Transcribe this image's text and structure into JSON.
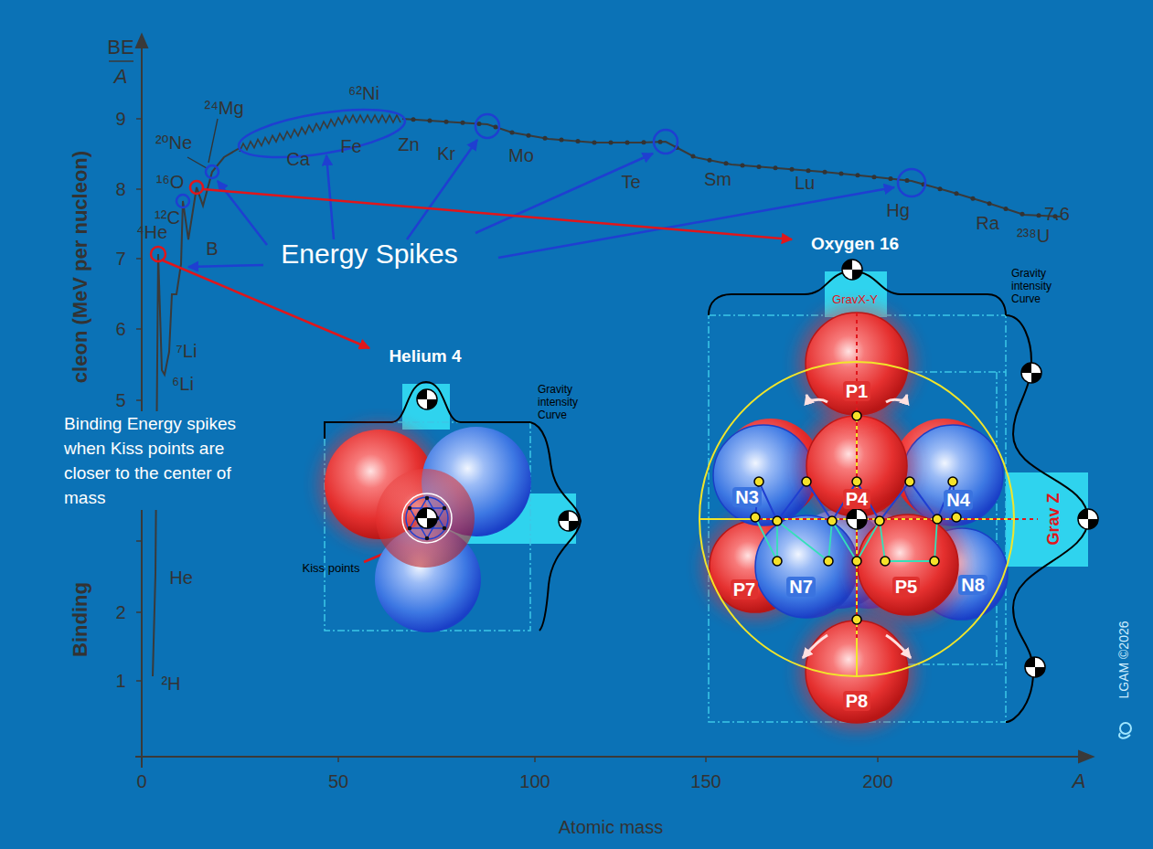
{
  "diagram": {
    "nodes": [
      {
        "text": [
          "P1"
        ]
      },
      {
        "text": [
          "N3"
        ]
      },
      {
        "text": [
          "P4"
        ]
      },
      {
        "text": [
          "N4"
        ]
      },
      {
        "text": [
          "P7"
        ]
      },
      {
        "text": [
          "N7"
        ]
      },
      {
        "text": [
          "P5"
        ]
      },
      {
        "text": [
          "N8"
        ]
      },
      {
        "text": [
          "P8"
        ]
      }
    ],
    "labels": [
      "BE",
      "A",
      "9",
      "8",
      "7",
      "6",
      "5",
      "2",
      "1",
      "0",
      "50",
      "100",
      "150",
      "200",
      "A",
      "Atomic mass",
      "Binding",
      "cleon (MeV per nucleon)",
      "²H",
      "He",
      "⁴He",
      "⁶Li",
      "⁷Li",
      "B",
      "¹²C",
      "¹⁶O",
      "²⁰Ne",
      "²⁴Mg",
      "⁶²Ni",
      "Ca",
      "Fe",
      "Zn",
      "Kr",
      "Mo",
      "Te",
      "Sm",
      "Lu",
      "Hg",
      "Ra",
      "²³⁸U",
      "7.6",
      "Energy Spikes",
      "Binding Energy spikes when Kiss points are closer to the center of mass",
      "Helium 4",
      "Gravity intensity Curve",
      "Kiss points",
      "Oxygen 16",
      "GravX-Y",
      "Gravity intensity Curve",
      "Grav Z",
      "LGAM ©2026"
    ]
  }
}
